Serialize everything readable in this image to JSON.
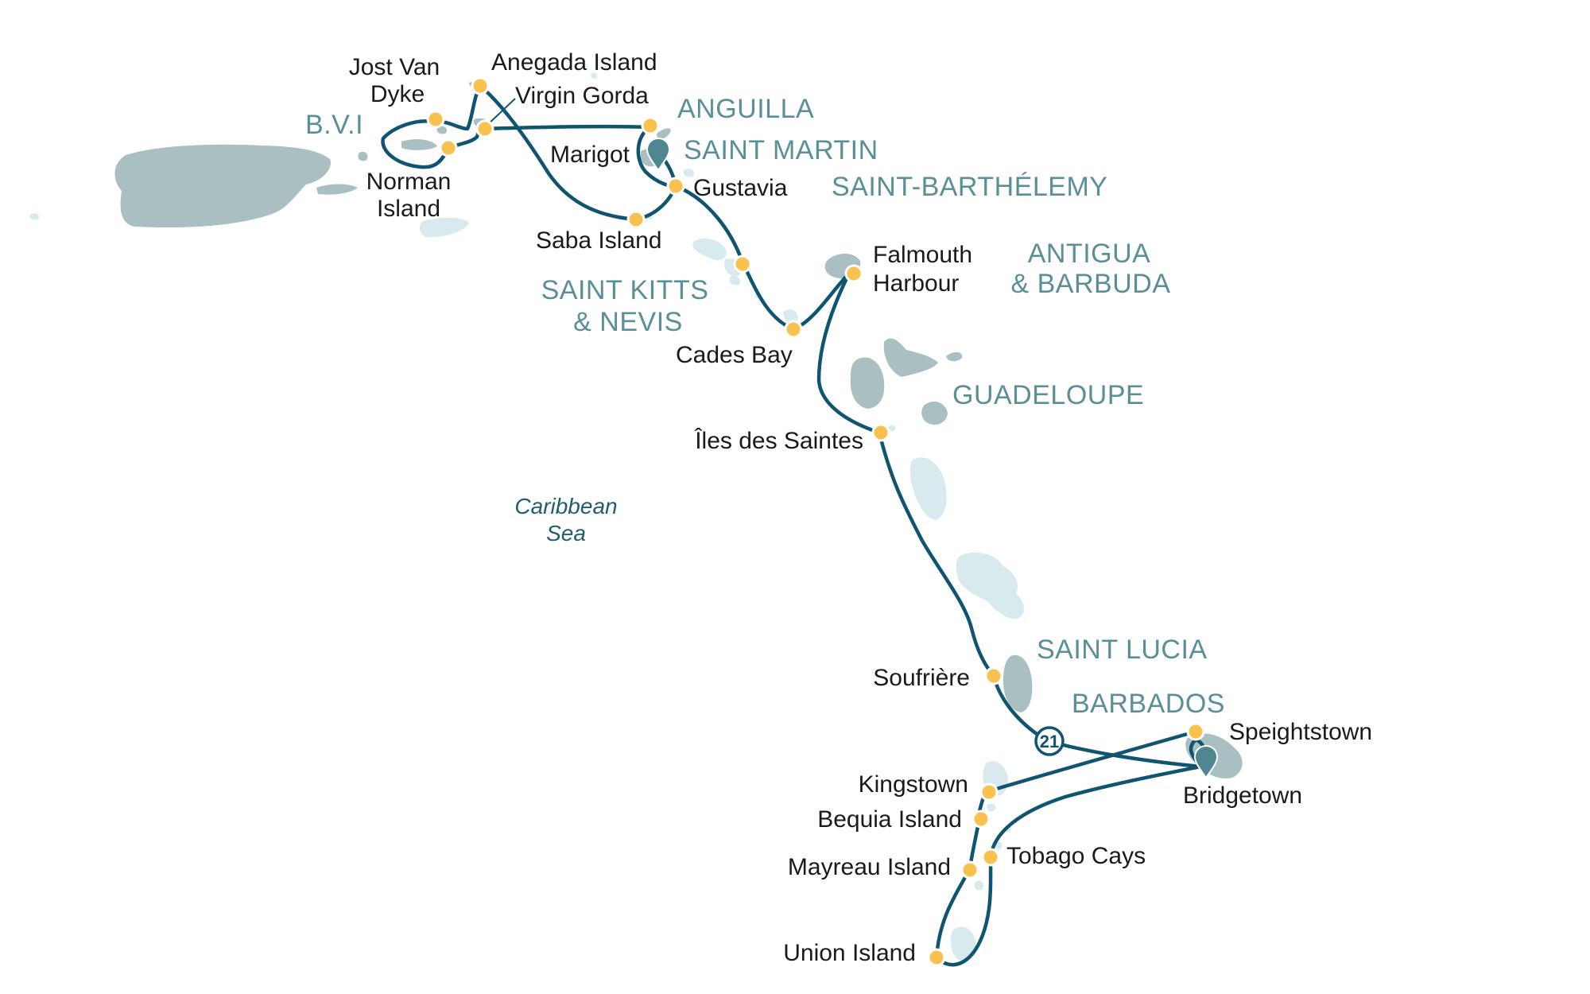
{
  "sea": {
    "line1": "Caribbean",
    "line2": "Sea"
  },
  "countries": {
    "bvi": "B.V.I",
    "anguilla": "ANGUILLA",
    "saint_martin": "SAINT MARTIN",
    "saint_barthelemy": "SAINT-BARTHÉLEMY",
    "saint_kitts_1": "SAINT KITTS",
    "saint_kitts_2": "& NEVIS",
    "antigua_1": "ANTIGUA",
    "antigua_2": "& BARBUDA",
    "guadeloupe": "GUADELOUPE",
    "saint_lucia": "SAINT LUCIA",
    "barbados": "BARBADOS"
  },
  "ports": {
    "anegada": "Anegada Island",
    "jost_1": "Jost Van",
    "jost_2": "Dyke",
    "virgin_gorda": "Virgin Gorda",
    "norman_1": "Norman",
    "norman_2": "Island",
    "marigot": "Marigot",
    "gustavia": "Gustavia",
    "saba": "Saba Island",
    "falmouth_1": "Falmouth",
    "falmouth_2": "Harbour",
    "cades_bay": "Cades Bay",
    "saintes": "Îles des Saintes",
    "soufriere": "Soufrière",
    "speightstown": "Speightstown",
    "bridgetown": "Bridgetown",
    "kingstown": "Kingstown",
    "bequia": "Bequia Island",
    "tobago_cays": "Tobago Cays",
    "mayreau": "Mayreau Island",
    "union": "Union Island"
  },
  "itinerary_badge": "21",
  "colors": {
    "route": "#0f5470",
    "port_dot": "#f9c24e",
    "country_label": "#5b8f97",
    "island_dark": "#a9bfc1",
    "island_light": "#d8eaee",
    "marker_pin": "#4f8790"
  }
}
